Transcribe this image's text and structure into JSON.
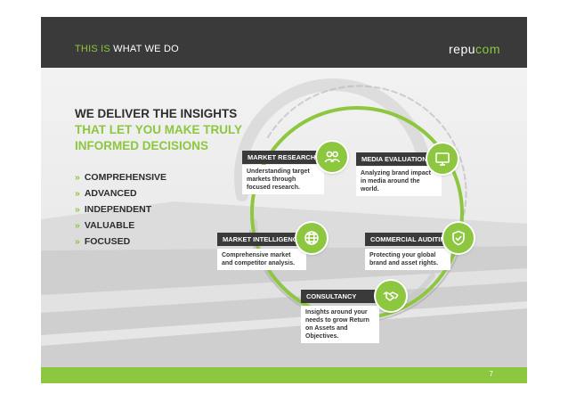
{
  "header": {
    "title_accent": "THIS IS",
    "title_rest": " WHAT WE DO",
    "logo_left": "repu",
    "logo_right": "com"
  },
  "headline": {
    "line1": "WE DELIVER THE INSIGHTS",
    "line2": "THAT LET YOU MAKE TRULY",
    "line3": "INFORMED DECISIONS"
  },
  "bullets": [
    {
      "mark": "»",
      "text": "COMPREHENSIVE"
    },
    {
      "mark": "»",
      "text": "ADVANCED"
    },
    {
      "mark": "»",
      "text": "INDEPENDENT"
    },
    {
      "mark": "»",
      "text": "VALUABLE"
    },
    {
      "mark": "»",
      "text": "FOCUSED"
    }
  ],
  "services": {
    "market_research": {
      "label": "MARKET RESEARCH",
      "desc": "Understanding target markets through focused research.",
      "icon": "people-icon"
    },
    "media_evaluation": {
      "label": "MEDIA EVALUATION",
      "desc": "Analyzing brand impact in media around the world.",
      "icon": "monitor-icon"
    },
    "market_intelligence": {
      "label": "MARKET INTELLIGENCE",
      "desc": "Comprehensive market and competitor analysis.",
      "icon": "globe-icon"
    },
    "commercial_auditing": {
      "label": "COMMERCIAL AUDITING",
      "desc": "Protecting your global brand and asset rights.",
      "icon": "shield-check-icon"
    },
    "consultancy": {
      "label": "CONSULTANCY",
      "desc": "Insights around your needs to grow Return on Assets and Objectives.",
      "icon": "handshake-icon"
    }
  },
  "footer": {
    "page_number": "7"
  },
  "colors": {
    "accent": "#8dc63f",
    "dark": "#3a3a3a",
    "background": "#ececec"
  }
}
